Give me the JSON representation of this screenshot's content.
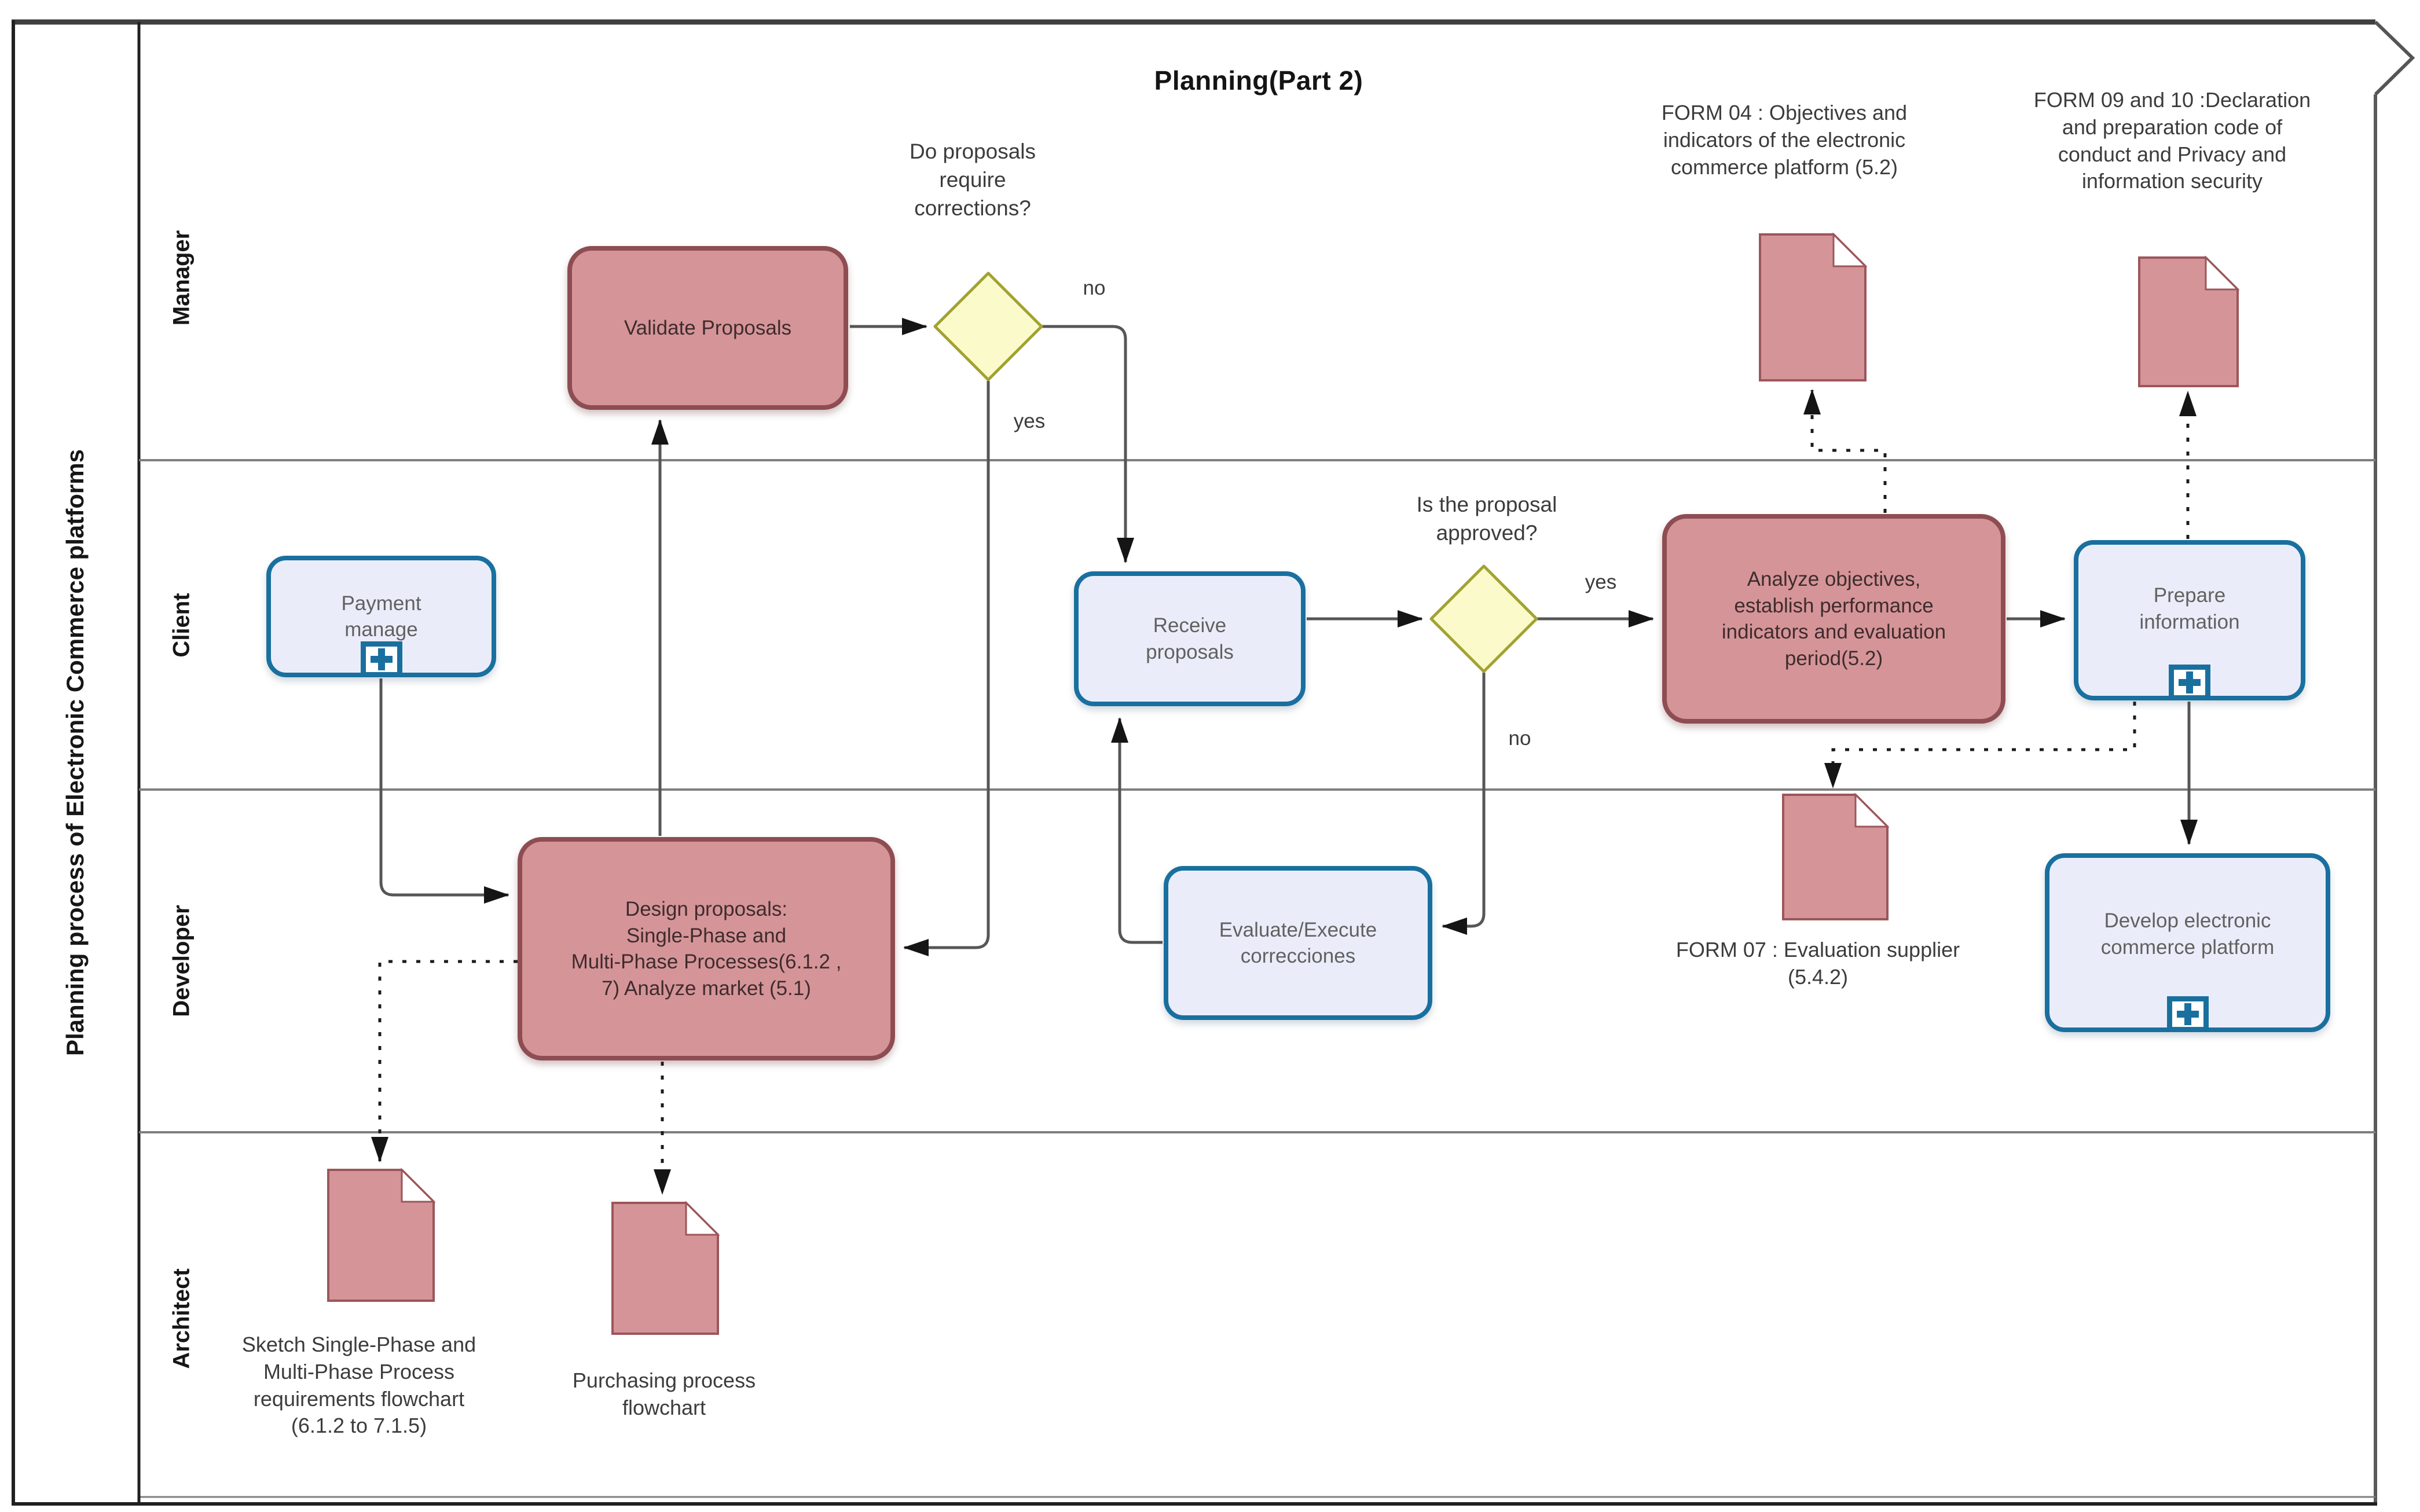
{
  "diagram": {
    "title": "Planning(Part 2)",
    "pool_label": "Planning process of Electronic Commerce platforms",
    "lanes": [
      {
        "label": "Manager"
      },
      {
        "label": "Client"
      },
      {
        "label": "Developer"
      },
      {
        "label": "Architect"
      }
    ]
  },
  "tasks": {
    "validate": {
      "label": "Validate Proposals"
    },
    "payment": {
      "label": "Payment\nmanage"
    },
    "receive": {
      "label": "Receive\nproposals"
    },
    "analyze": {
      "label": "Analyze objectives,\nestablish performance\nindicators and evaluation\nperiod(5.2)"
    },
    "prepare": {
      "label": "Prepare\ninformation"
    },
    "evaluate": {
      "label": "Evaluate/Execute\ncorrecciones"
    },
    "design": {
      "label": "Design proposals:\nSingle-Phase and\nMulti-Phase Processes(6.1.2 ,\n7) Analyze market (5.1)"
    },
    "develop": {
      "label": "Develop electronic\ncommerce platform"
    }
  },
  "gateways": {
    "g1": {
      "question": "Do proposals\nrequire\ncorrections?",
      "yes_label": "yes",
      "no_label": "no"
    },
    "g2": {
      "question": "Is the proposal\napproved?",
      "yes_label": "yes",
      "no_label": "no"
    }
  },
  "documents": {
    "form04": {
      "label": "FORM 04 :  Objectives and\nindicators of the electronic\ncommerce platform (5.2)"
    },
    "form0910": {
      "label": "FORM 09 and 10 :Declaration\nand preparation code of\nconduct and Privacy and\ninformation security"
    },
    "form07": {
      "label": "FORM 07 : Evaluation supplier\n(5.4.2)"
    },
    "sketch": {
      "label": "Sketch Single-Phase and\nMulti-Phase Process\nrequirements flowchart\n(6.1.2 to 7.1.5)"
    },
    "purchasing": {
      "label": "Purchasing process\nflowchart"
    }
  },
  "colors": {
    "task_red_fill": "#d59598",
    "task_red_border": "#8e4d52",
    "task_blue_fill": "#eaedf9",
    "task_blue_border": "#19709f",
    "gateway_fill": "#fafacb",
    "gateway_border": "#a2a232",
    "document_fill": "#d59598",
    "document_border": "#9c565b",
    "connector_line": "#565656",
    "lane_line": "#7f7f7f",
    "text": "#3c3c3c"
  }
}
